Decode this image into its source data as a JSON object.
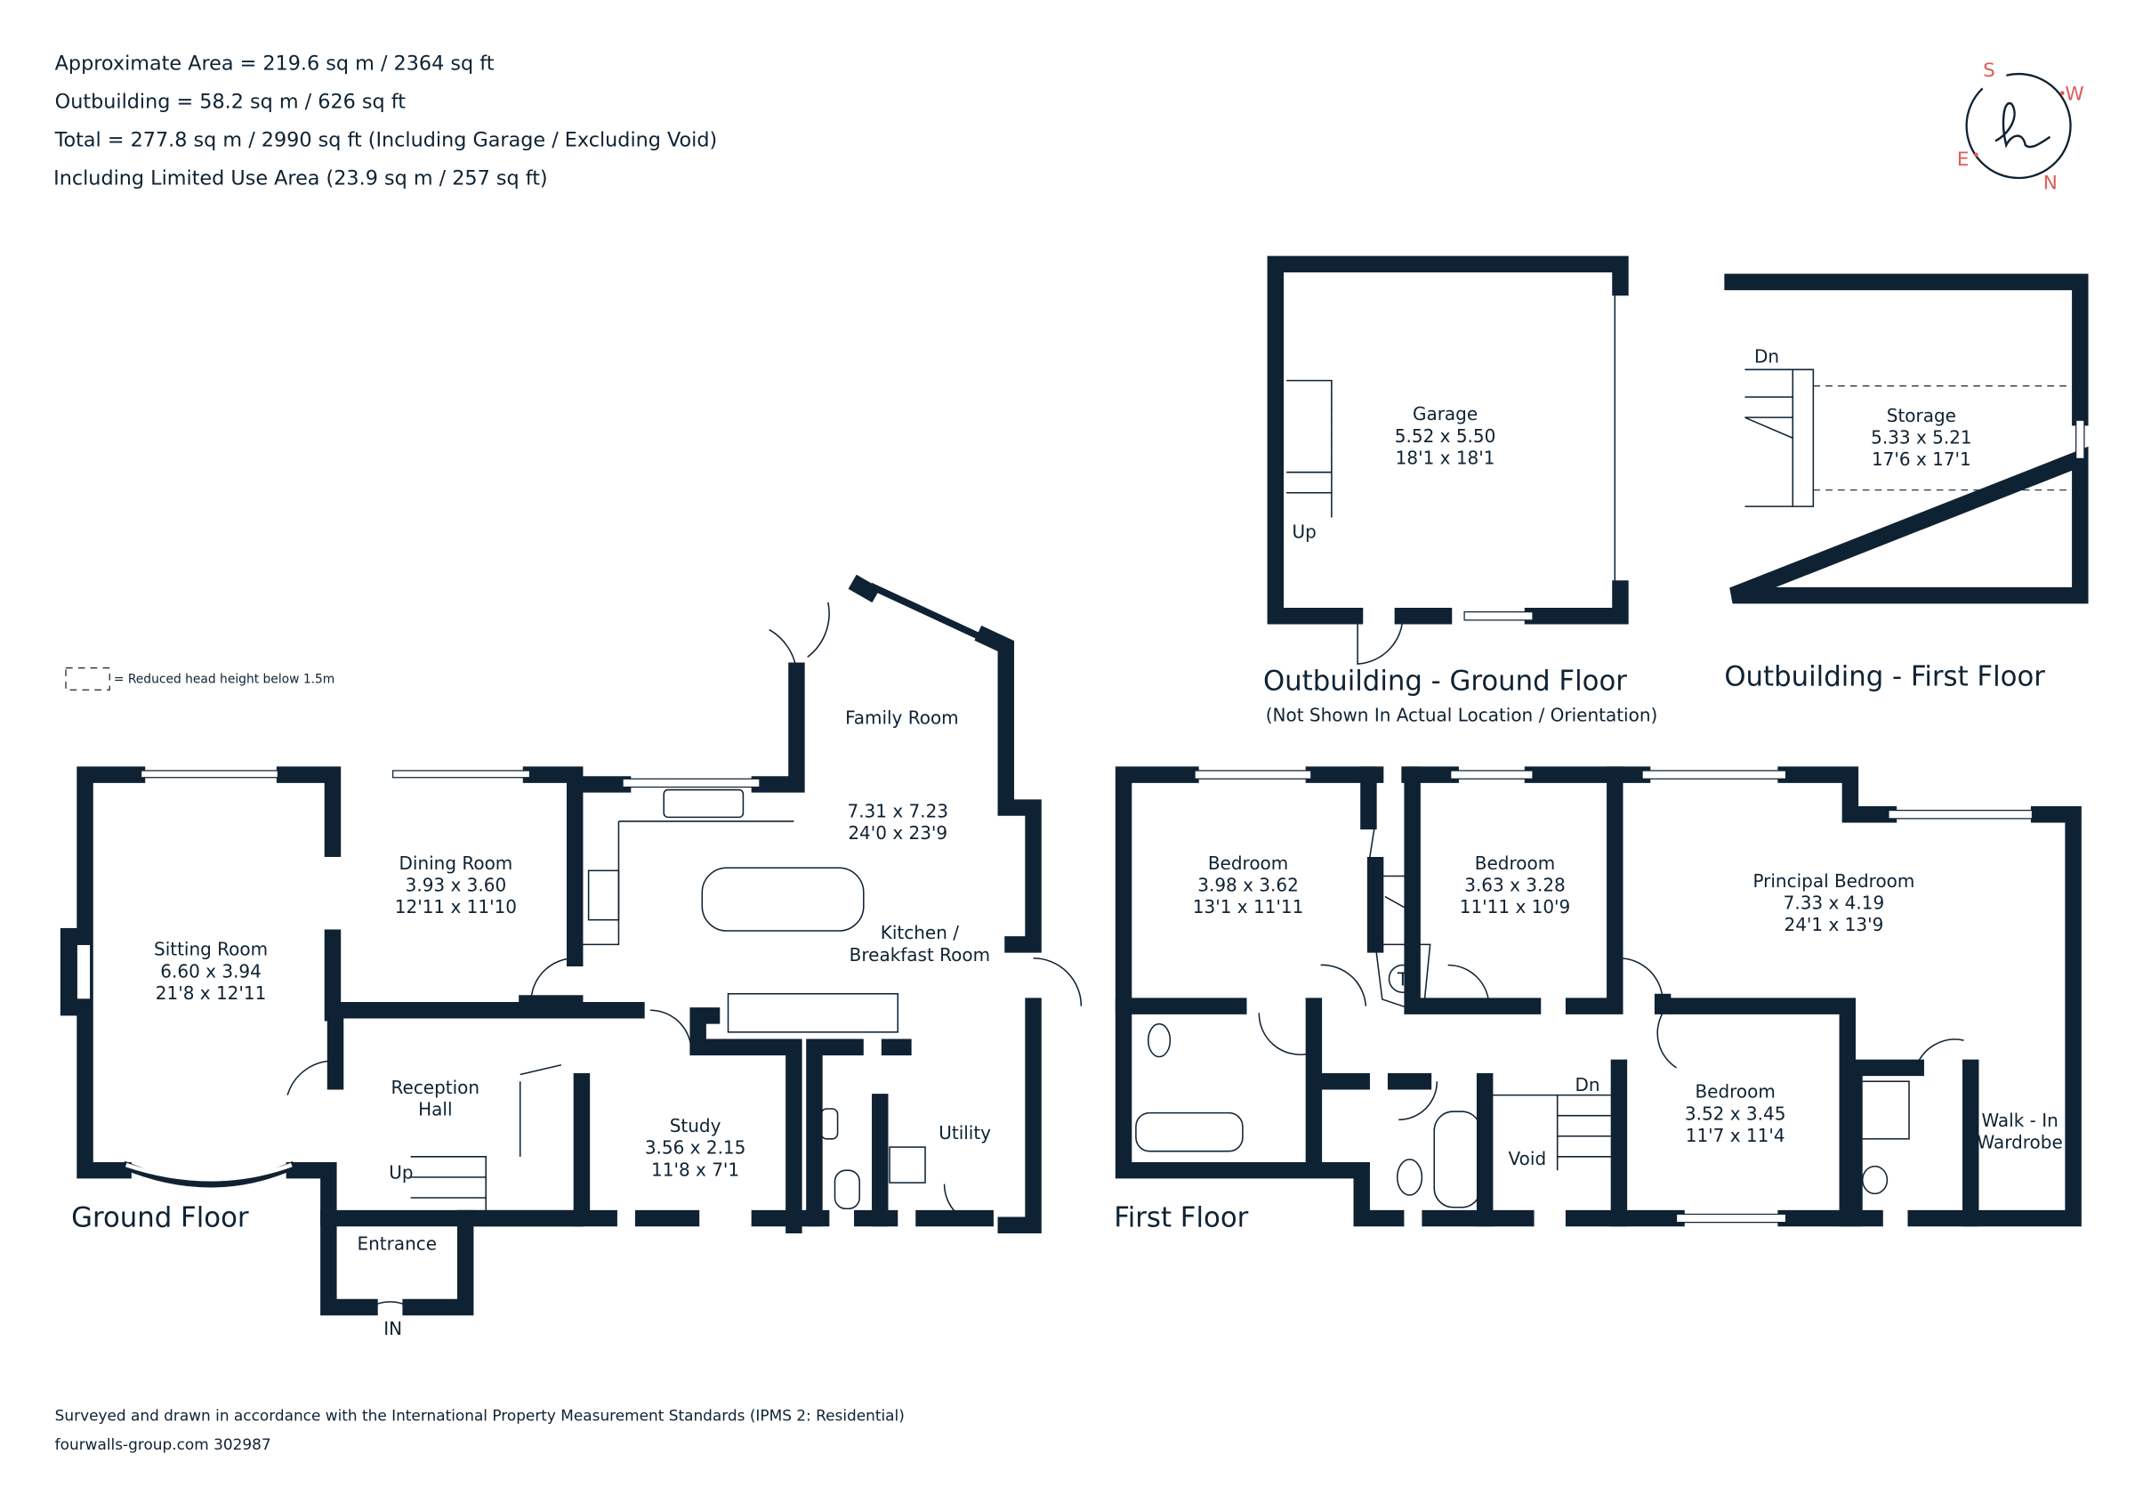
{
  "header": {
    "lines": [
      "Approximate Area = 219.6 sq m / 2364 sq ft",
      "Outbuilding = 58.2 sq m / 626 sq ft",
      "Total = 277.8 sq m / 2990 sq ft (Including Garage / Excluding Void)",
      "Including Limited Use Area (23.9 sq m / 257 sq ft)"
    ]
  },
  "compass": {
    "s": "S",
    "w": "W",
    "e": "E",
    "n": "N",
    "logo": "h",
    "accent_color": "#e05a5a"
  },
  "legend": {
    "reduced_head_height": "= Reduced head height below 1.5m"
  },
  "ground_floor": {
    "title": "Ground Floor",
    "rooms": {
      "sitting": [
        "Sitting Room",
        "6.60 x 3.94",
        "21'8 x 12'11"
      ],
      "dining": [
        "Dining Room",
        "3.93 x 3.60",
        "12'11 x 11'10"
      ],
      "family": [
        "Family Room"
      ],
      "kitchen_dims": [
        "7.31 x 7.23",
        "24'0 x 23'9"
      ],
      "kitchen": [
        "Kitchen /",
        "Breakfast Room"
      ],
      "reception": [
        "Reception",
        "Hall"
      ],
      "study": [
        "Study",
        "3.56 x 2.15",
        "11'8 x 7'1"
      ],
      "utility": [
        "Utility"
      ],
      "entrance": [
        "Entrance"
      ]
    },
    "up": "Up",
    "in": "IN"
  },
  "first_floor": {
    "title": "First Floor",
    "rooms": {
      "bed1": [
        "Bedroom",
        "3.98 x 3.62",
        "13'1 x 11'11"
      ],
      "bed2": [
        "Bedroom",
        "3.63 x 3.28",
        "11'11 x 10'9"
      ],
      "principal": [
        "Principal Bedroom",
        "7.33 x 4.19",
        "24'1 x 13'9"
      ],
      "bed3": [
        "Bedroom",
        "3.52 x 3.45",
        "11'7 x 11'4"
      ],
      "void": [
        "Void"
      ],
      "wardrobe": [
        "Walk - In",
        "Wardrobe"
      ]
    },
    "dn": "Dn",
    "tank": "T"
  },
  "outbuilding_ground": {
    "title": "Outbuilding - Ground Floor",
    "note": "(Not Shown In Actual Location / Orientation)",
    "garage": [
      "Garage",
      "5.52 x 5.50",
      "18'1 x 18'1"
    ],
    "up": "Up"
  },
  "outbuilding_first": {
    "title": "Outbuilding - First Floor",
    "storage": [
      "Storage",
      "5.33 x 5.21",
      "17'6 x 17'1"
    ],
    "dn": "Dn"
  },
  "footer": {
    "standards": "Surveyed and drawn in accordance with the International Property Measurement Standards (IPMS 2: Residential)",
    "ref": "fourwalls-group.com 302987"
  }
}
